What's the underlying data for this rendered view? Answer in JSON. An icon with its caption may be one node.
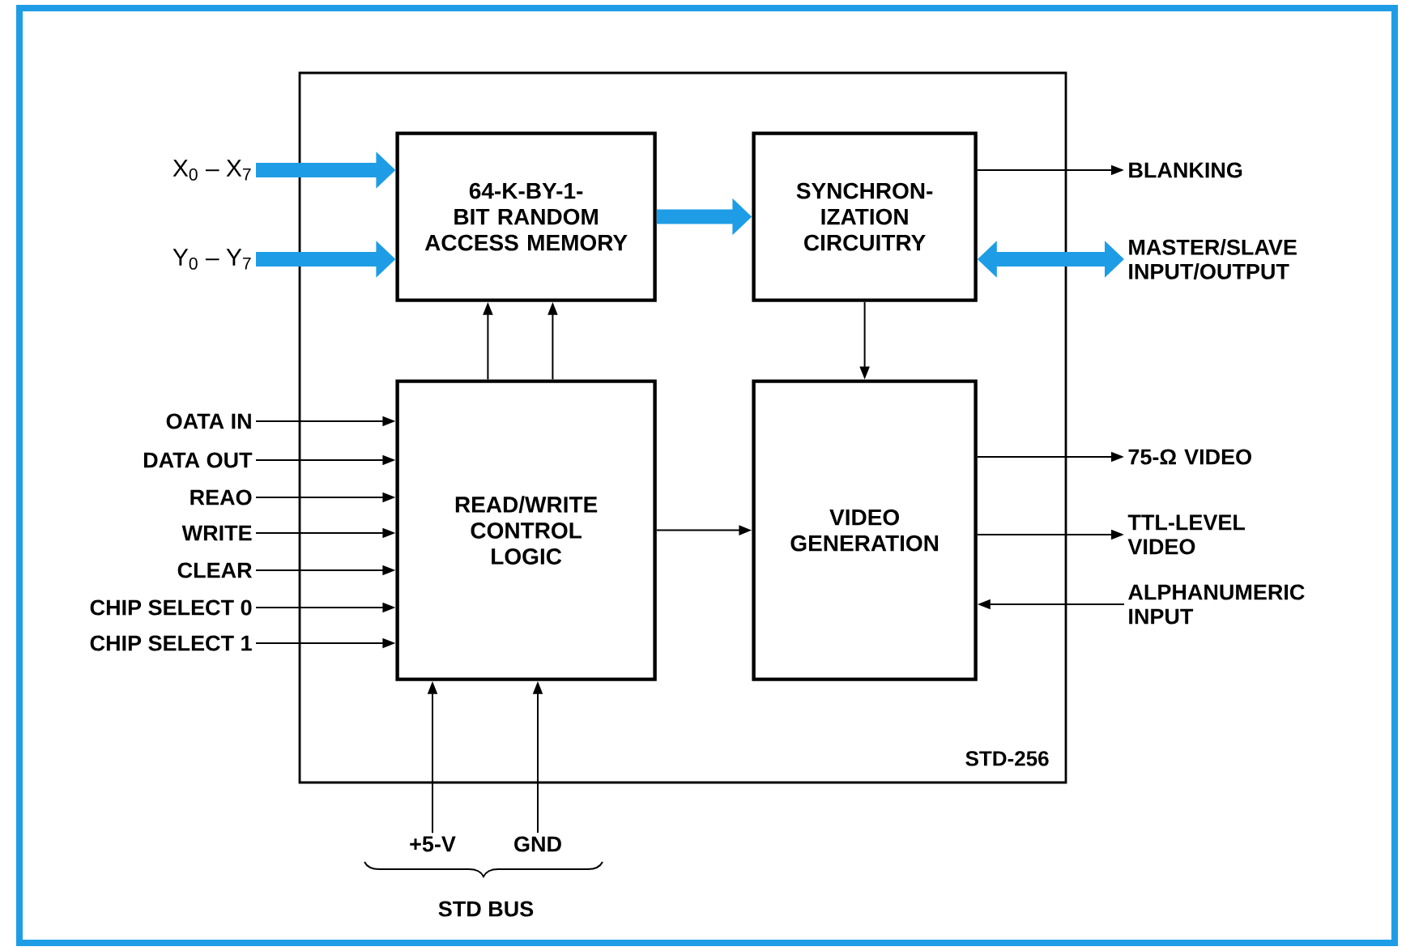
{
  "diagram": {
    "nodes": [
      {
        "text": [
          "STD-256"
        ]
      },
      {
        "text": [
          "64-K-BY-1-BIT RANDOM ACCESS MEMORY"
        ],
        "in": 0
      },
      {
        "text": [
          "SYNCHRON- IZATION CIRCUITRY"
        ],
        "in": 0
      },
      {
        "text": [
          "READ/WRITE CONTROL LOGIC"
        ],
        "in": 0
      },
      {
        "text": [
          "VIDEO GENERATION"
        ],
        "in": 0
      },
      {
        "text": [
          "X$_{0}$ – X$_{7}$"
        ]
      },
      {
        "text": [
          "Y$_{0}$ – Y$_{7}$"
        ]
      },
      {
        "text": [
          "OATA IN"
        ]
      },
      {
        "text": [
          "DATA OUT"
        ]
      },
      {
        "text": [
          "REAO"
        ]
      },
      {
        "text": [
          "WRITE"
        ]
      },
      {
        "text": [
          "CLEAR"
        ]
      },
      {
        "text": [
          "CHIP SELECT 0"
        ]
      },
      {
        "text": [
          "CHIP SELECT 1"
        ]
      },
      {
        "text": [
          "BLANKING"
        ]
      },
      {
        "text": [
          "MASTER/SLAVE INPUT/OUTPUT"
        ]
      },
      {
        "text": [
          "75-Ω VIDEO"
        ]
      },
      {
        "text": [
          "TTL-LEVEL VIDEO"
        ]
      },
      {
        "text": [
          "ALPHANUMERIC INPUT"
        ]
      },
      {
        "text": [
          "+5-V"
        ]
      },
      {
        "text": [
          "GND"
        ]
      }
    ],
    "edges": [
      {
        "from": 5,
        "to": 1,
        "arrow": "to",
        "style": "thick",
        "color": "#1e9de6"
      },
      {
        "from": 6,
        "to": 1,
        "arrow": "to",
        "style": "thick",
        "color": "#1e9de6"
      },
      {
        "from": 1,
        "to": 2,
        "arrow": "to",
        "style": "thick",
        "color": "#1e9de6"
      },
      {
        "from": 3,
        "to": 1,
        "arrow": "to"
      },
      {
        "from": 3,
        "to": 1,
        "arrow": "to"
      },
      {
        "from": 7,
        "to": 3,
        "arrow": "to"
      },
      {
        "from": 8,
        "to": 3,
        "arrow": "to"
      },
      {
        "from": 9,
        "to": 3,
        "arrow": "to"
      },
      {
        "from": 10,
        "to": 3,
        "arrow": "to"
      },
      {
        "from": 11,
        "to": 3,
        "arrow": "to"
      },
      {
        "from": 12,
        "to": 3,
        "arrow": "to"
      },
      {
        "from": 13,
        "to": 3,
        "arrow": "to"
      },
      {
        "from": 2,
        "to": 14,
        "arrow": "to"
      },
      {
        "from": 2,
        "to": 15,
        "arrow": "both",
        "style": "thick",
        "color": "#1e9de6"
      },
      {
        "from": 2,
        "to": 4,
        "arrow": "to"
      },
      {
        "from": 3,
        "to": 4,
        "arrow": "to"
      },
      {
        "from": 4,
        "to": 16,
        "arrow": "to"
      },
      {
        "from": 4,
        "to": 17,
        "arrow": "to"
      },
      {
        "from": 18,
        "to": 4,
        "arrow": "to"
      },
      {
        "from": 19,
        "to": 3,
        "arrow": "to"
      },
      {
        "from": 20,
        "to": 3,
        "arrow": "to"
      }
    ],
    "labels": [
      "STD BUS"
    ]
  }
}
